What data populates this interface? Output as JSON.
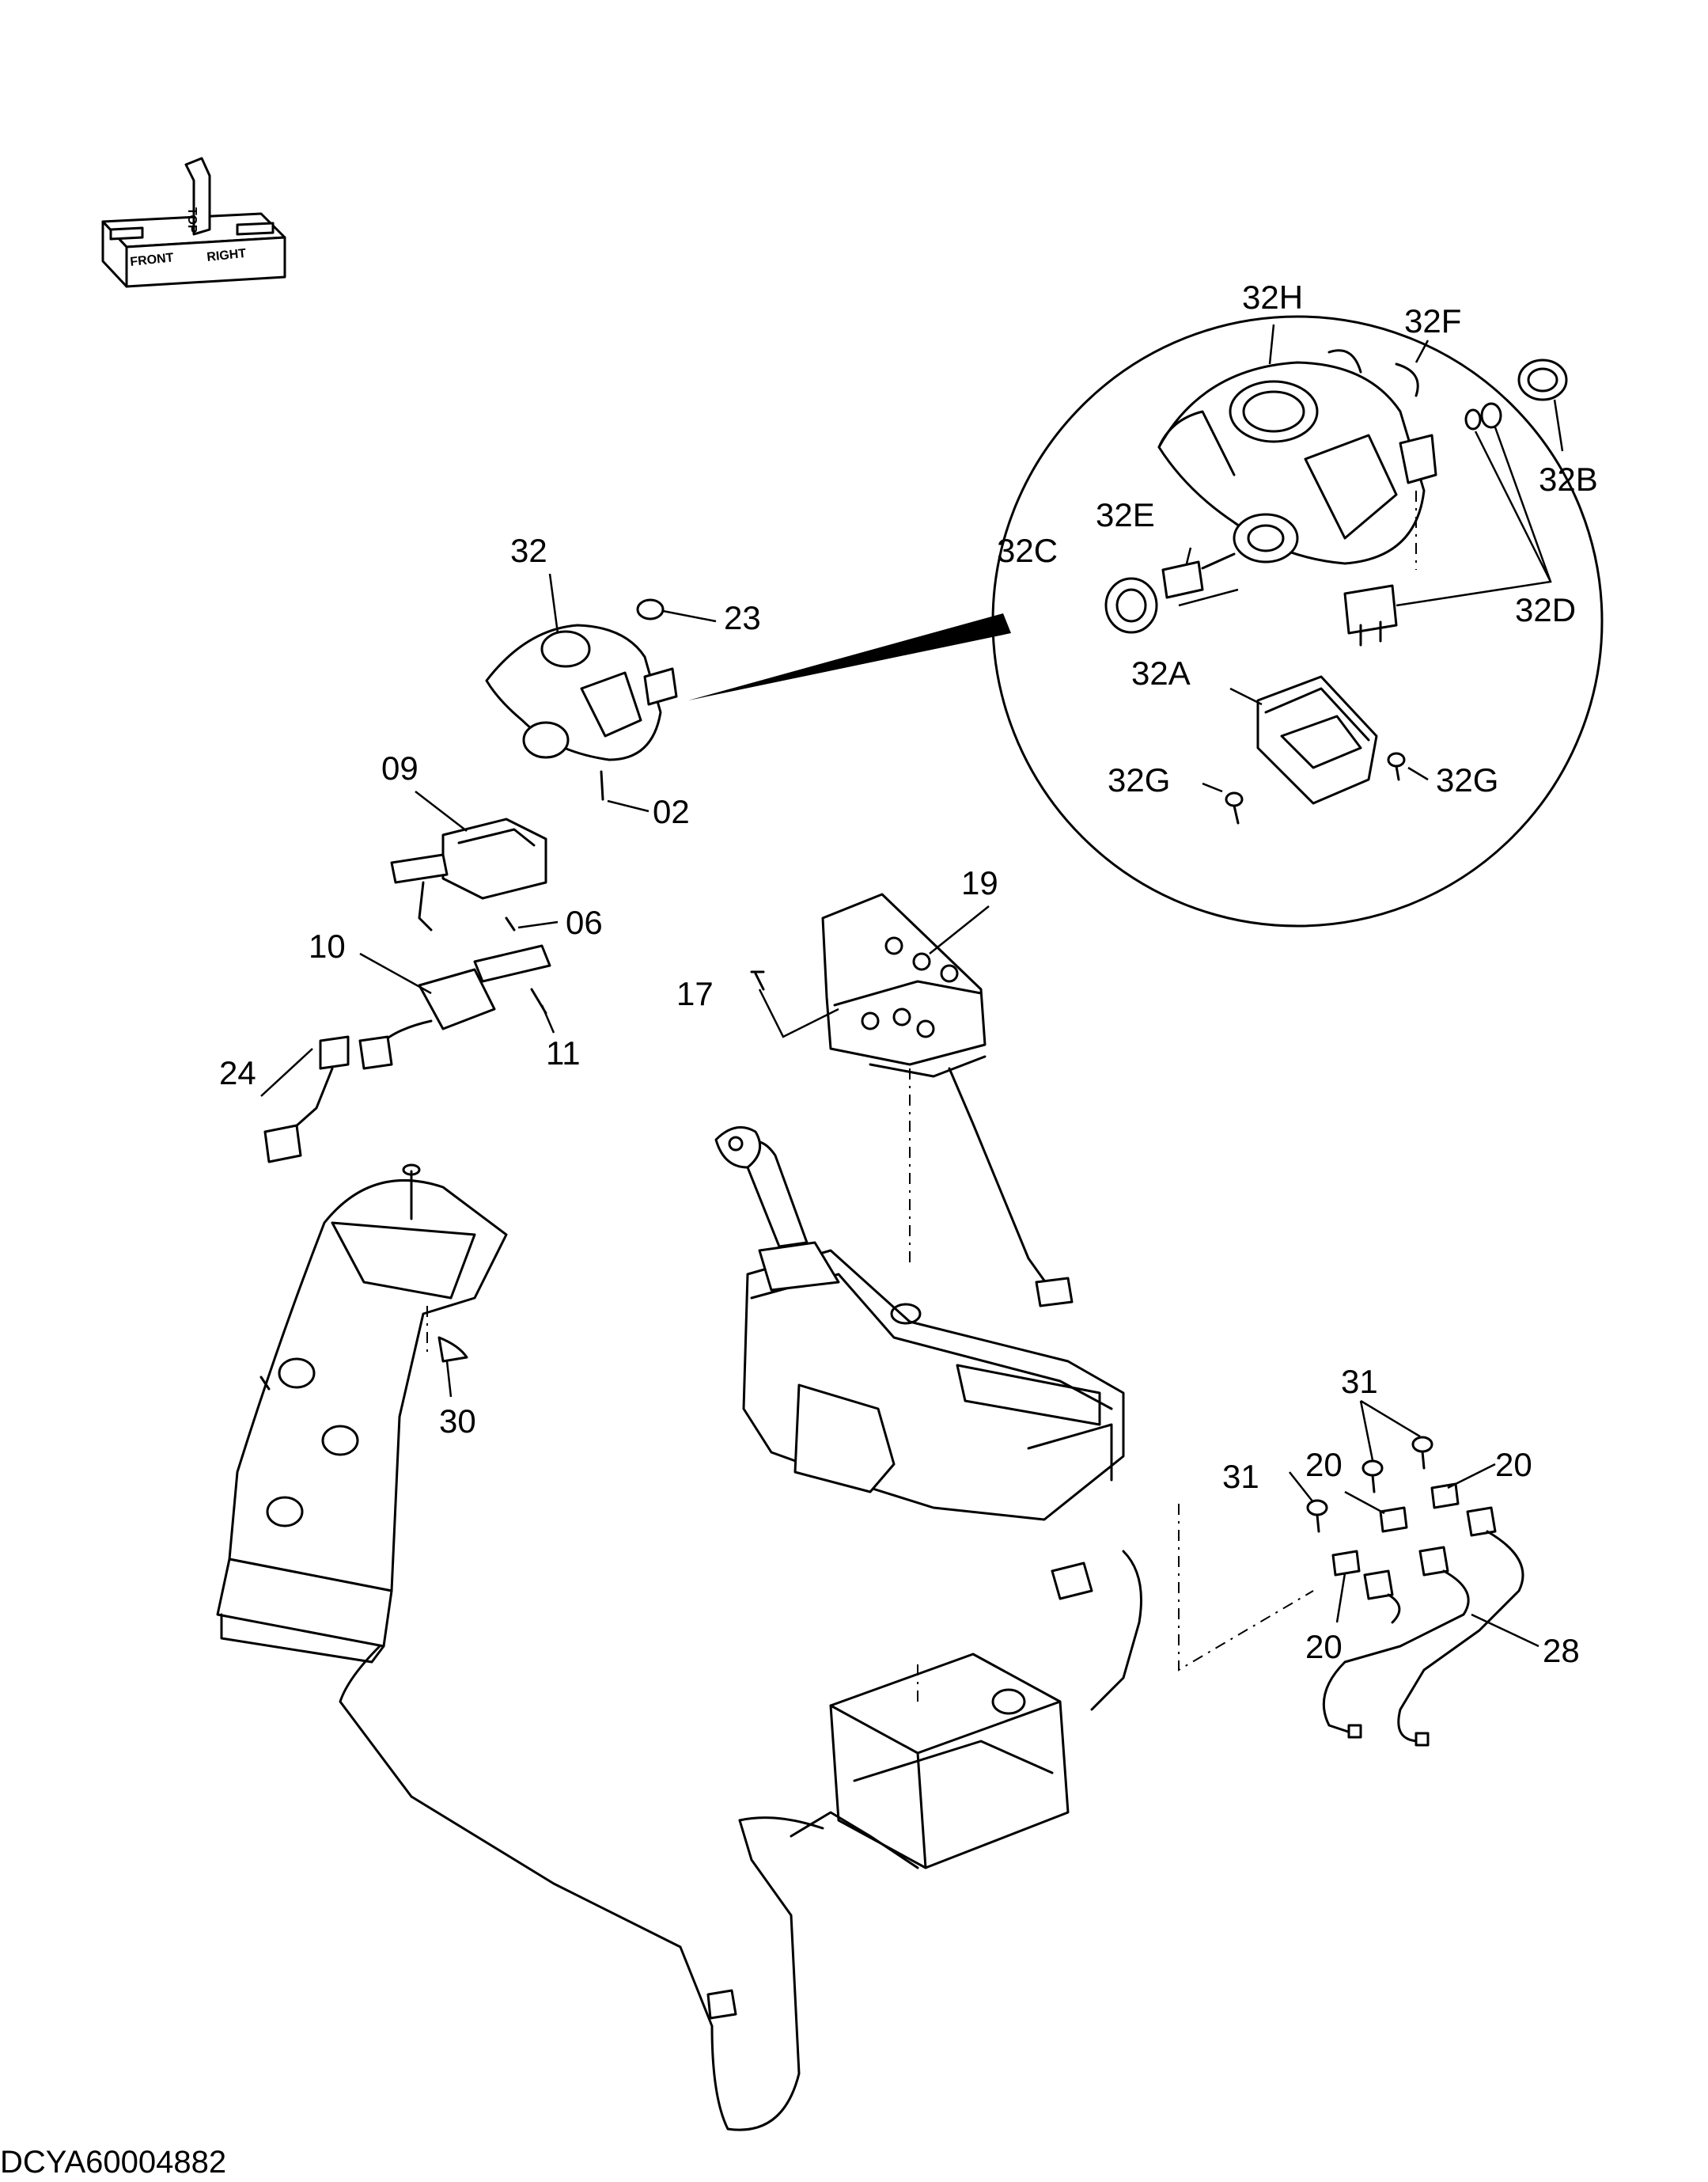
{
  "document_id": "DCYA60004882",
  "orientation_cube": {
    "front": "FRONT",
    "top": "TOP",
    "right": "RIGHT"
  },
  "callouts": {
    "c32H": "32H",
    "c32F": "32F",
    "c32B": "32B",
    "c32C": "32C",
    "c32E": "32E",
    "c32D": "32D",
    "c32A": "32A",
    "c32G_left": "32G",
    "c32G_right": "32G",
    "c32": "32",
    "c23": "23",
    "c02": "02",
    "c09": "09",
    "c06": "06",
    "c10": "10",
    "c11": "11",
    "c24": "24",
    "c30": "30",
    "c17": "17",
    "c19": "19",
    "c31_top": "31",
    "c31_left": "31",
    "c20_top_left": "20",
    "c20_top_right": "20",
    "c20_bottom": "20",
    "c28": "28"
  }
}
